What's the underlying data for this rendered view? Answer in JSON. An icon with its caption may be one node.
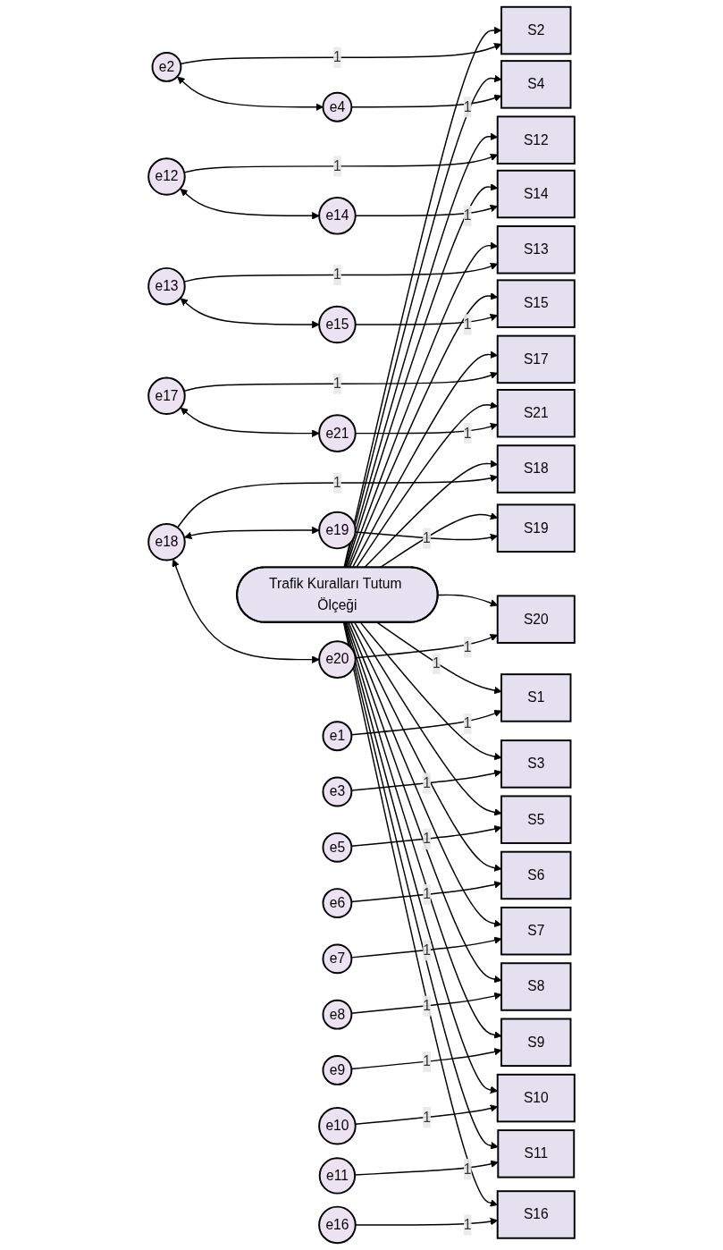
{
  "diagram": {
    "nodes": [
      {
        "text": [
          "Trafik Kuralları Tutum Ölçeği"
        ]
      },
      {
        "text": [
          "S1"
        ]
      },
      {
        "text": [
          "S2"
        ]
      },
      {
        "text": [
          "S3"
        ]
      },
      {
        "text": [
          "S4"
        ]
      },
      {
        "text": [
          "S5"
        ]
      },
      {
        "text": [
          "S6"
        ]
      },
      {
        "text": [
          "S7"
        ]
      },
      {
        "text": [
          "S8"
        ]
      },
      {
        "text": [
          "S9"
        ]
      },
      {
        "text": [
          "S10"
        ]
      },
      {
        "text": [
          "S11"
        ]
      },
      {
        "text": [
          "S12"
        ]
      },
      {
        "text": [
          "S13"
        ]
      },
      {
        "text": [
          "S14"
        ]
      },
      {
        "text": [
          "S15"
        ]
      },
      {
        "text": [
          "S16"
        ]
      },
      {
        "text": [
          "S17"
        ]
      },
      {
        "text": [
          "S18"
        ]
      },
      {
        "text": [
          "S19"
        ]
      },
      {
        "text": [
          "S20"
        ]
      },
      {
        "text": [
          "S21"
        ]
      },
      {
        "text": [
          "e1"
        ]
      },
      {
        "text": [
          "e2"
        ]
      },
      {
        "text": [
          "e3"
        ]
      },
      {
        "text": [
          "e4"
        ]
      },
      {
        "text": [
          "e5"
        ]
      },
      {
        "text": [
          "e6"
        ]
      },
      {
        "text": [
          "e7"
        ]
      },
      {
        "text": [
          "e8"
        ]
      },
      {
        "text": [
          "e9"
        ]
      },
      {
        "text": [
          "e10"
        ]
      },
      {
        "text": [
          "e11"
        ]
      },
      {
        "text": [
          "e12"
        ]
      },
      {
        "text": [
          "e13"
        ]
      },
      {
        "text": [
          "e14"
        ]
      },
      {
        "text": [
          "e15"
        ]
      },
      {
        "text": [
          "e16"
        ]
      },
      {
        "text": [
          "e17"
        ]
      },
      {
        "text": [
          "e18"
        ]
      },
      {
        "text": [
          "e19"
        ]
      },
      {
        "text": [
          "e20"
        ]
      },
      {
        "text": [
          "e21"
        ]
      }
    ],
    "edges": [
      {
        "from": 0,
        "to": 1,
        "arrow": "to",
        "label": "1"
      },
      {
        "from": 0,
        "to": 2,
        "arrow": "to"
      },
      {
        "from": 0,
        "to": 3,
        "arrow": "to"
      },
      {
        "from": 0,
        "to": 4,
        "arrow": "to"
      },
      {
        "from": 0,
        "to": 5,
        "arrow": "to"
      },
      {
        "from": 0,
        "to": 6,
        "arrow": "to"
      },
      {
        "from": 0,
        "to": 7,
        "arrow": "to"
      },
      {
        "from": 0,
        "to": 8,
        "arrow": "to"
      },
      {
        "from": 0,
        "to": 9,
        "arrow": "to"
      },
      {
        "from": 0,
        "to": 10,
        "arrow": "to"
      },
      {
        "from": 0,
        "to": 11,
        "arrow": "to"
      },
      {
        "from": 0,
        "to": 12,
        "arrow": "to"
      },
      {
        "from": 0,
        "to": 13,
        "arrow": "to"
      },
      {
        "from": 0,
        "to": 14,
        "arrow": "to"
      },
      {
        "from": 0,
        "to": 15,
        "arrow": "to"
      },
      {
        "from": 0,
        "to": 16,
        "arrow": "to"
      },
      {
        "from": 0,
        "to": 17,
        "arrow": "to"
      },
      {
        "from": 0,
        "to": 18,
        "arrow": "to"
      },
      {
        "from": 0,
        "to": 19,
        "arrow": "to"
      },
      {
        "from": 0,
        "to": 20,
        "arrow": "to"
      },
      {
        "from": 0,
        "to": 21,
        "arrow": "to"
      },
      {
        "from": 22,
        "to": 1,
        "arrow": "to",
        "label": "1"
      },
      {
        "from": 23,
        "to": 2,
        "arrow": "to",
        "label": "1"
      },
      {
        "from": 24,
        "to": 3,
        "arrow": "to",
        "label": "1"
      },
      {
        "from": 25,
        "to": 4,
        "arrow": "to",
        "label": "1"
      },
      {
        "from": 26,
        "to": 5,
        "arrow": "to",
        "label": "1"
      },
      {
        "from": 27,
        "to": 6,
        "arrow": "to",
        "label": "1"
      },
      {
        "from": 28,
        "to": 7,
        "arrow": "to",
        "label": "1"
      },
      {
        "from": 29,
        "to": 8,
        "arrow": "to",
        "label": "1"
      },
      {
        "from": 30,
        "to": 9,
        "arrow": "to",
        "label": "1"
      },
      {
        "from": 31,
        "to": 10,
        "arrow": "to",
        "label": "1"
      },
      {
        "from": 32,
        "to": 11,
        "arrow": "to",
        "label": "1"
      },
      {
        "from": 33,
        "to": 12,
        "arrow": "to",
        "label": "1"
      },
      {
        "from": 34,
        "to": 13,
        "arrow": "to",
        "label": "1"
      },
      {
        "from": 35,
        "to": 14,
        "arrow": "to",
        "label": "1"
      },
      {
        "from": 36,
        "to": 15,
        "arrow": "to",
        "label": "1"
      },
      {
        "from": 37,
        "to": 16,
        "arrow": "to",
        "label": "1"
      },
      {
        "from": 38,
        "to": 17,
        "arrow": "to",
        "label": "1"
      },
      {
        "from": 39,
        "to": 18,
        "arrow": "to",
        "label": "1"
      },
      {
        "from": 40,
        "to": 19,
        "arrow": "to",
        "label": "1"
      },
      {
        "from": 41,
        "to": 20,
        "arrow": "to",
        "label": "1"
      },
      {
        "from": 42,
        "to": 21,
        "arrow": "to",
        "label": "1"
      },
      {
        "from": 23,
        "to": 25,
        "arrow": "both"
      },
      {
        "from": 33,
        "to": 35,
        "arrow": "both"
      },
      {
        "from": 34,
        "to": 36,
        "arrow": "both"
      },
      {
        "from": 38,
        "to": 42,
        "arrow": "both"
      },
      {
        "from": 39,
        "to": 40,
        "arrow": "both"
      },
      {
        "from": 39,
        "to": 41,
        "arrow": "both"
      }
    ]
  }
}
